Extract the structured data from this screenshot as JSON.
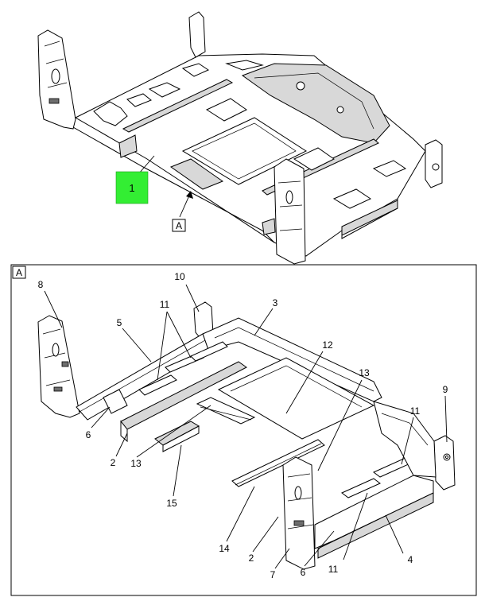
{
  "callouts": [
    {
      "id": "item-1",
      "text": "1",
      "color": "#33ee33"
    }
  ],
  "view_markers": [
    {
      "id": "view-a-top",
      "text": "A"
    },
    {
      "id": "view-a-detail",
      "text": "A"
    }
  ],
  "detail_labels": [
    {
      "id": "l8",
      "text": "8"
    },
    {
      "id": "l10",
      "text": "10"
    },
    {
      "id": "l3",
      "text": "3"
    },
    {
      "id": "l11a",
      "text": "11"
    },
    {
      "id": "l5",
      "text": "5"
    },
    {
      "id": "l12",
      "text": "12"
    },
    {
      "id": "l13a",
      "text": "13"
    },
    {
      "id": "l9",
      "text": "9"
    },
    {
      "id": "l11b",
      "text": "11"
    },
    {
      "id": "l6a",
      "text": "6"
    },
    {
      "id": "l2a",
      "text": "2"
    },
    {
      "id": "l13b",
      "text": "13"
    },
    {
      "id": "l15",
      "text": "15"
    },
    {
      "id": "l14",
      "text": "14"
    },
    {
      "id": "l2b",
      "text": "2"
    },
    {
      "id": "l7",
      "text": "7"
    },
    {
      "id": "l6b",
      "text": "6"
    },
    {
      "id": "l11c",
      "text": "11"
    },
    {
      "id": "l4",
      "text": "4"
    }
  ]
}
